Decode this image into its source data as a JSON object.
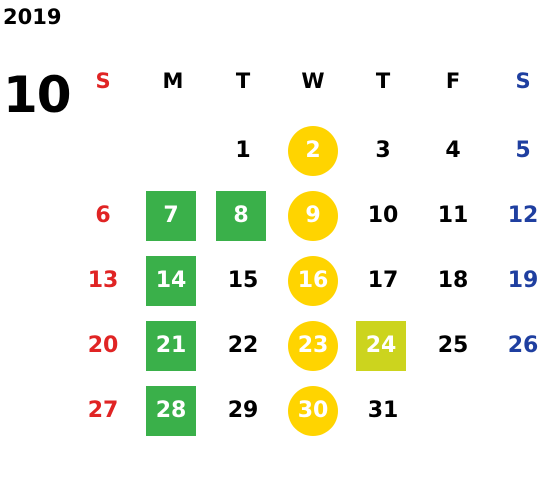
{
  "calendar": {
    "year": "2019",
    "month": "10",
    "weekdays": [
      "S",
      "M",
      "T",
      "W",
      "T",
      "F",
      "S"
    ],
    "colors": {
      "sunday": "#e02424",
      "saturday": "#1f3fa0",
      "weekday": "#000000",
      "green_highlight": "#3ab04a",
      "yellow_circle": "#ffd400",
      "lime_highlight": "#ccd41e"
    },
    "weeks": [
      [
        "",
        "",
        "1",
        "2",
        "3",
        "4",
        "5"
      ],
      [
        "6",
        "7",
        "8",
        "9",
        "10",
        "11",
        "12"
      ],
      [
        "13",
        "14",
        "15",
        "16",
        "17",
        "18",
        "19"
      ],
      [
        "20",
        "21",
        "22",
        "23",
        "24",
        "25",
        "26"
      ],
      [
        "27",
        "28",
        "29",
        "30",
        "31",
        "",
        ""
      ]
    ],
    "highlights": {
      "green": [
        "7",
        "8",
        "14",
        "21",
        "28"
      ],
      "yellow_circle": [
        "2",
        "9",
        "16",
        "23",
        "30"
      ],
      "lime": [
        "24"
      ]
    }
  }
}
